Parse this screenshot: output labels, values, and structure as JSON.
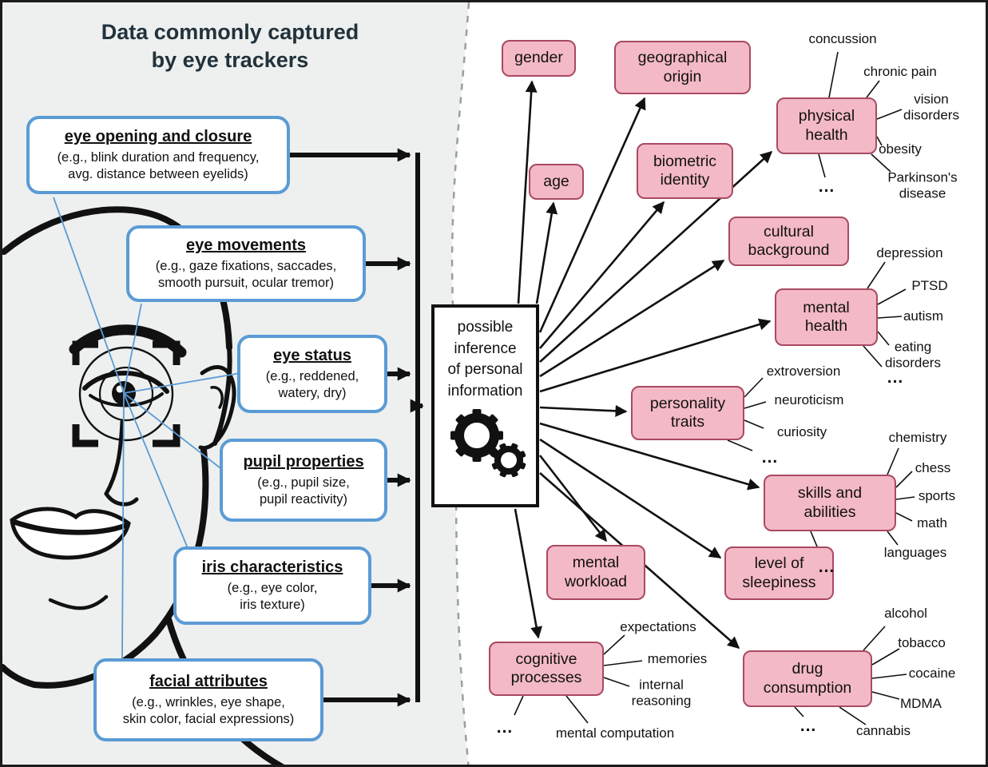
{
  "panel_title": "Data commonly captured\nby eye trackers",
  "captured": [
    {
      "heading": "eye opening and closure",
      "detail": "(e.g., blink duration and frequency,\navg. distance between eyelids)"
    },
    {
      "heading": "eye movements",
      "detail": "(e.g., gaze fixations, saccades,\nsmooth pursuit, ocular tremor)"
    },
    {
      "heading": "eye status",
      "detail": "(e.g., reddened,\nwatery, dry)"
    },
    {
      "heading": "pupil properties",
      "detail": "(e.g., pupil size,\npupil reactivity)"
    },
    {
      "heading": "iris characteristics",
      "detail": "(e.g., eye color,\niris texture)"
    },
    {
      "heading": "facial attributes",
      "detail": "(e.g., wrinkles, eye shape,\nskin color, facial expressions)"
    }
  ],
  "center": {
    "label": "possible\ninference\nof personal\ninformation",
    "icon": "gears-icon"
  },
  "inferences": [
    {
      "label": "gender"
    },
    {
      "label": "age"
    },
    {
      "label": "geographical\norigin"
    },
    {
      "label": "biometric\nidentity"
    },
    {
      "label": "physical\nhealth",
      "spokes": [
        "concussion",
        "chronic pain",
        "vision\ndisorders",
        "obesity",
        "Parkinson's\ndisease",
        "..."
      ]
    },
    {
      "label": "cultural\nbackground"
    },
    {
      "label": "mental\nhealth",
      "spokes": [
        "depression",
        "PTSD",
        "autism",
        "eating\ndisorders",
        "..."
      ]
    },
    {
      "label": "personality\ntraits",
      "spokes": [
        "extroversion",
        "neuroticism",
        "curiosity",
        "..."
      ]
    },
    {
      "label": "skills and\nabilities",
      "spokes": [
        "chemistry",
        "chess",
        "sports",
        "math",
        "languages",
        "..."
      ]
    },
    {
      "label": "level of\nsleepiness"
    },
    {
      "label": "mental\nworkload"
    },
    {
      "label": "cognitive\nprocesses",
      "spokes": [
        "expectations",
        "memories",
        "internal\nreasoning",
        "mental computation",
        "..."
      ]
    },
    {
      "label": "drug\nconsumption",
      "spokes": [
        "alcohol",
        "tobacco",
        "cocaine",
        "MDMA",
        "cannabis",
        "..."
      ]
    }
  ],
  "colors": {
    "inference_fill": "#f4b9c6",
    "inference_border": "#a84a63",
    "capture_border": "#5b9bd5",
    "left_panel_bg": "#edf0ee",
    "line_color": "#111111",
    "scan_line_color": "#5b9bd5"
  }
}
